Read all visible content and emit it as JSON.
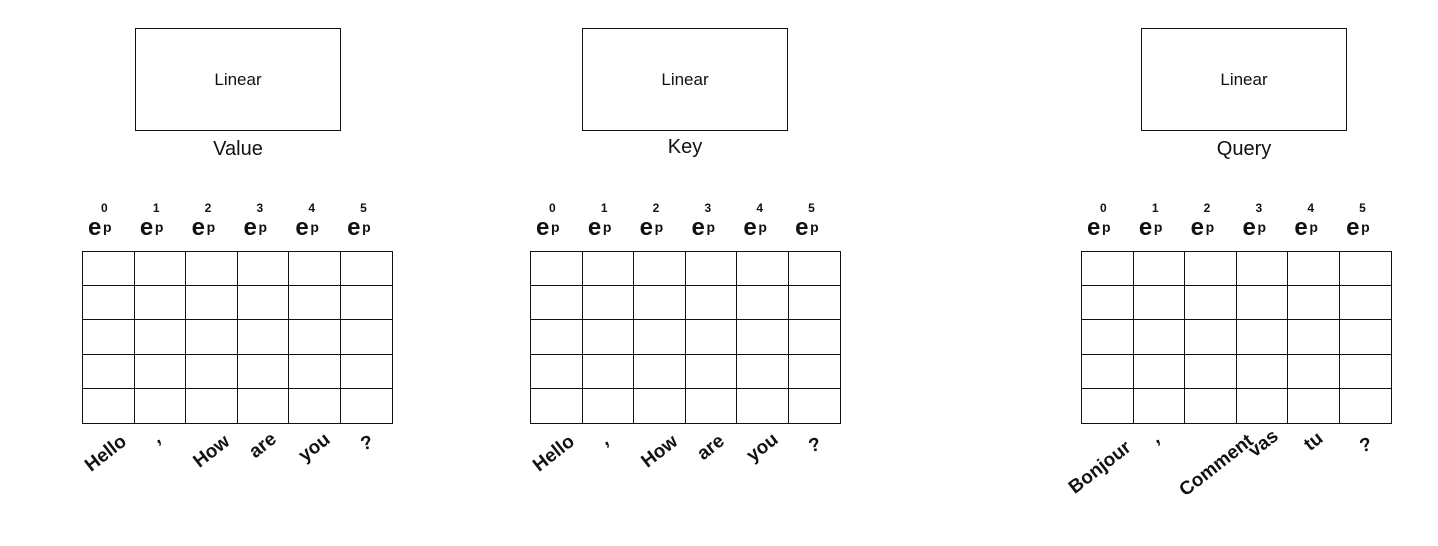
{
  "panels": [
    {
      "id": "value",
      "linear_label": "Linear",
      "role_label": "Value",
      "pe_labels": [
        {
          "base": "e",
          "sup": "0",
          "sub": "p"
        },
        {
          "base": "e",
          "sup": "1",
          "sub": "p"
        },
        {
          "base": "e",
          "sup": "2",
          "sub": "p"
        },
        {
          "base": "e",
          "sup": "3",
          "sub": "p"
        },
        {
          "base": "e",
          "sup": "4",
          "sub": "p"
        },
        {
          "base": "e",
          "sup": "5",
          "sub": "p"
        }
      ],
      "rows": 5,
      "tokens": [
        "Hello",
        ",",
        "How",
        "are",
        "you",
        "?"
      ]
    },
    {
      "id": "key",
      "linear_label": "Linear",
      "role_label": "Key",
      "pe_labels": [
        {
          "base": "e",
          "sup": "0",
          "sub": "p"
        },
        {
          "base": "e",
          "sup": "1",
          "sub": "p"
        },
        {
          "base": "e",
          "sup": "2",
          "sub": "p"
        },
        {
          "base": "e",
          "sup": "3",
          "sub": "p"
        },
        {
          "base": "e",
          "sup": "4",
          "sub": "p"
        },
        {
          "base": "e",
          "sup": "5",
          "sub": "p"
        }
      ],
      "rows": 5,
      "tokens": [
        "Hello",
        ",",
        "How",
        "are",
        "you",
        "?"
      ]
    },
    {
      "id": "query",
      "linear_label": "Linear",
      "role_label": "Query",
      "pe_labels": [
        {
          "base": "e",
          "sup": "0",
          "sub": "p"
        },
        {
          "base": "e",
          "sup": "1",
          "sub": "p"
        },
        {
          "base": "e",
          "sup": "2",
          "sub": "p"
        },
        {
          "base": "e",
          "sup": "3",
          "sub": "p"
        },
        {
          "base": "e",
          "sup": "4",
          "sub": "p"
        },
        {
          "base": "e",
          "sup": "5",
          "sub": "p"
        }
      ],
      "rows": 5,
      "tokens": [
        "Bonjour",
        ",",
        "Comment",
        "vas",
        "tu",
        "?"
      ]
    }
  ]
}
